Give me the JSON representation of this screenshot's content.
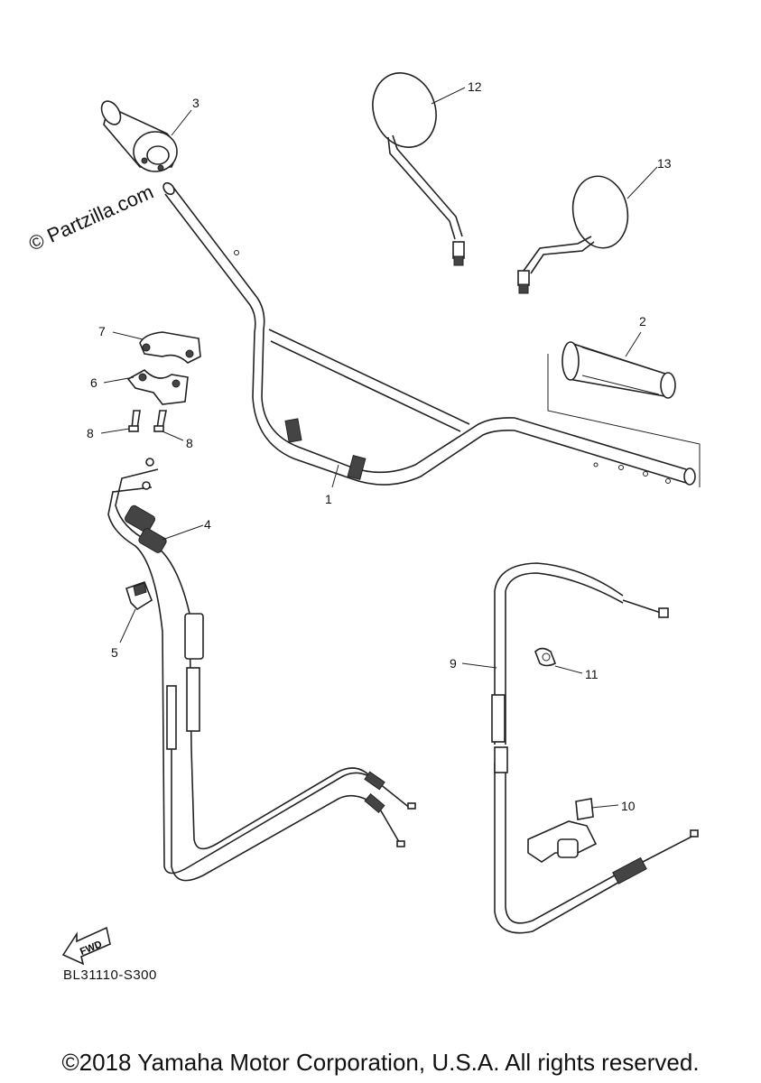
{
  "watermark": "© Partzilla.com",
  "diagram_code": "BL31110-S300",
  "fwd_label": "FWD",
  "copyright": "©2018 Yamaha Motor Corporation, U.S.A. All rights reserved.",
  "callouts": {
    "c1": "1",
    "c2": "2",
    "c3": "3",
    "c4": "4",
    "c5": "5",
    "c6": "6",
    "c7": "7",
    "c8a": "8",
    "c8b": "8",
    "c9": "9",
    "c10": "10",
    "c11": "11",
    "c12": "12",
    "c13": "13"
  }
}
